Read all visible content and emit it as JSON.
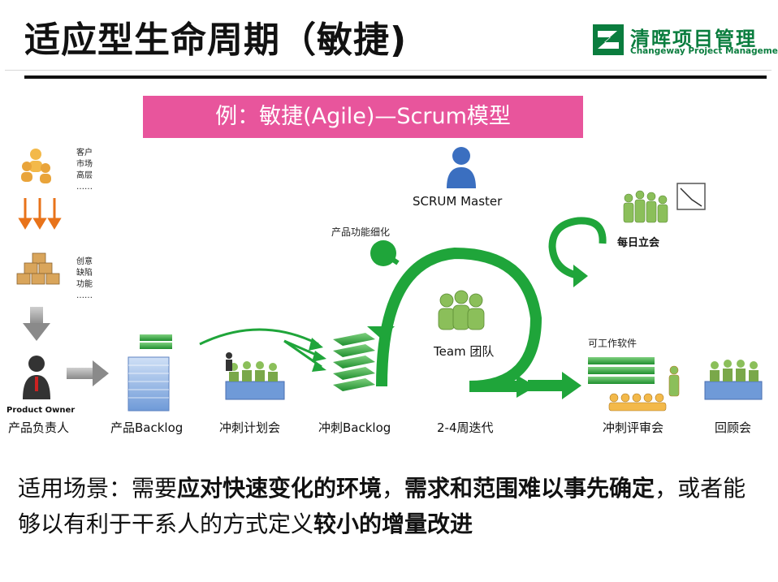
{
  "header": {
    "title": "适应型生命周期（敏捷)",
    "logo_cn": "清晖项目管理",
    "logo_en": "Changeway Project Management"
  },
  "banner": {
    "text": "例：敏捷(Agile)—Scrum模型"
  },
  "diagram": {
    "stakeholder_notes": [
      "客户",
      "市场",
      "高层",
      "……"
    ],
    "idea_notes": [
      "创意",
      "缺陷",
      "功能",
      "……"
    ],
    "product_owner_en": "Product Owner",
    "product_owner_cn": "产品负责人",
    "product_backlog": "产品Backlog",
    "sprint_planning": "冲刺计划会",
    "sprint_backlog": "冲刺Backlog",
    "iteration": "2-4周迭代",
    "scrum_master": "SCRUM Master",
    "refine": "产品功能细化",
    "team": "Team 团队",
    "daily_standup": "每日立会",
    "working_software": "可工作软件",
    "sprint_review": "冲刺评审会",
    "retrospective": "回顾会"
  },
  "bottom": {
    "p1": "适用场景：需要",
    "b1": "应对快速变化的环境",
    "p2": "，",
    "b2": "需求和范围难以事先确定",
    "p3": "，或者能够以有利于干系人的方式定义",
    "b3": "较小的增量改进"
  },
  "colors": {
    "green": "#1fa53a",
    "pink": "#e8559c",
    "logo_green": "#0a7d3e",
    "arrow_orange": "#e8731a"
  }
}
